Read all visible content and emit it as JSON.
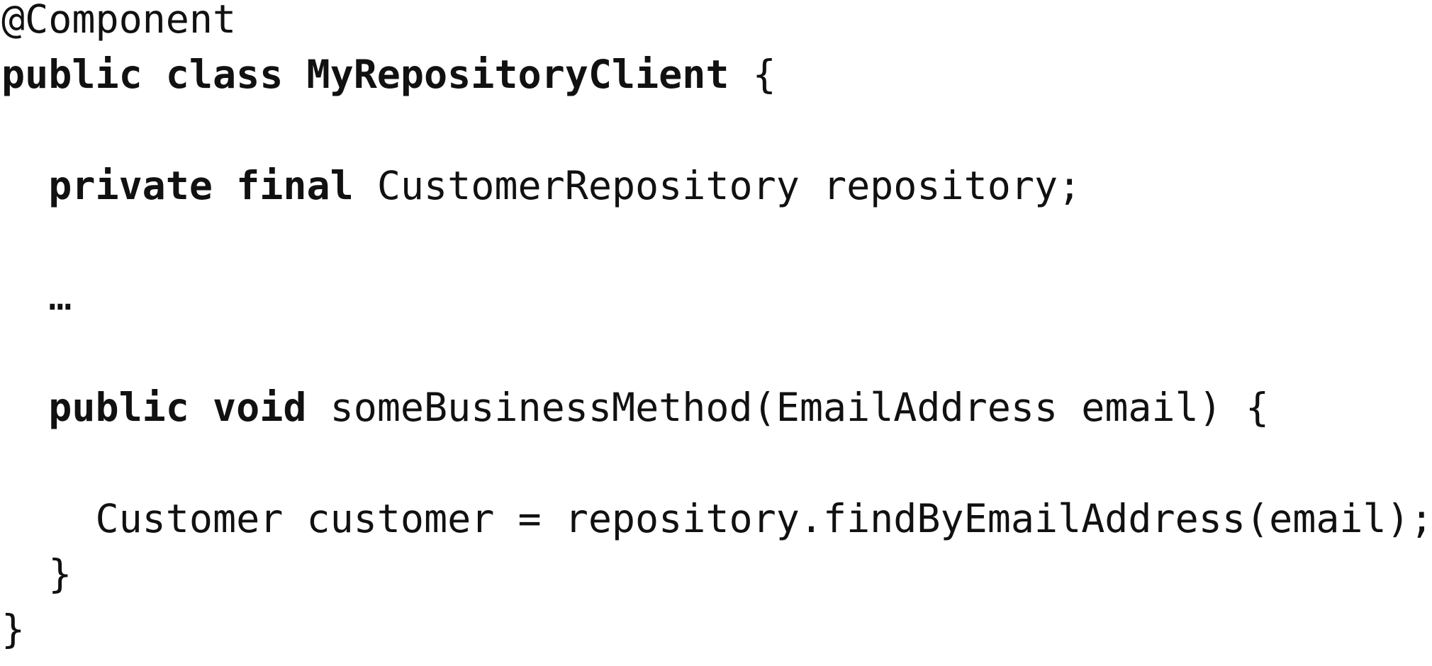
{
  "code_block": {
    "language": "java",
    "colors": {
      "text": "#111111",
      "background": "#ffffff"
    },
    "lines": [
      {
        "indent": 0,
        "segments": [
          {
            "text": "@Component",
            "bold": false
          }
        ]
      },
      {
        "indent": 0,
        "segments": [
          {
            "text": "public class MyRepositoryClient",
            "bold": true
          },
          {
            "text": " {",
            "bold": false
          }
        ]
      },
      {
        "indent": 0,
        "segments": []
      },
      {
        "indent": 2,
        "segments": [
          {
            "text": "private final",
            "bold": true
          },
          {
            "text": " CustomerRepository repository;",
            "bold": false
          }
        ]
      },
      {
        "indent": 0,
        "segments": []
      },
      {
        "indent": 2,
        "segments": [
          {
            "text": "…",
            "bold": false
          }
        ]
      },
      {
        "indent": 0,
        "segments": []
      },
      {
        "indent": 2,
        "segments": [
          {
            "text": "public void",
            "bold": true
          },
          {
            "text": " someBusinessMethod(EmailAddress email) {",
            "bold": false
          }
        ]
      },
      {
        "indent": 0,
        "segments": []
      },
      {
        "indent": 4,
        "segments": [
          {
            "text": "Customer customer = repository.findByEmailAddress(email);",
            "bold": false
          }
        ]
      },
      {
        "indent": 2,
        "segments": [
          {
            "text": "}",
            "bold": false
          }
        ]
      },
      {
        "indent": 0,
        "segments": [
          {
            "text": "}",
            "bold": false
          }
        ]
      }
    ]
  }
}
